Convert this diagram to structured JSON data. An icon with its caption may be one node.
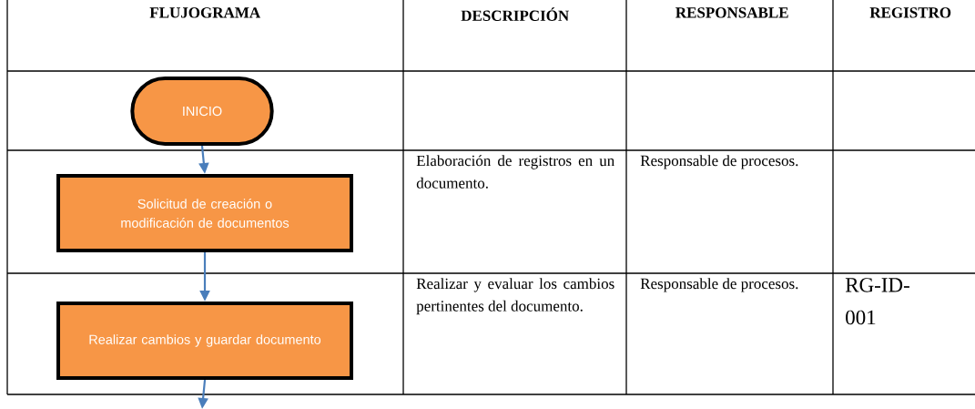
{
  "diagram": {
    "nodes": [
      {
        "text": [
          "INICIO"
        ]
      },
      {
        "text": [
          "Solicitud de creación o modificación de documentos"
        ]
      },
      {
        "text": [
          "Realizar cambios y guardar documento"
        ]
      }
    ],
    "edges": [
      {
        "from": 0,
        "to": 1,
        "arrow": "to"
      },
      {
        "from": 1,
        "to": 2,
        "arrow": "to"
      },
      {
        "from": 2,
        "to": null,
        "arrow": "to"
      }
    ],
    "labels": [
      "FLUJOGRAMA",
      "DESCRIPCIÓN",
      "RESPONSABLE",
      "REGISTRO",
      "Elaboración de registros en un documento.",
      "Responsable de procesos.",
      "Realizar y evaluar los cambios pertinentes del documento.",
      "Responsable de procesos.",
      "RG-ID-001"
    ]
  }
}
